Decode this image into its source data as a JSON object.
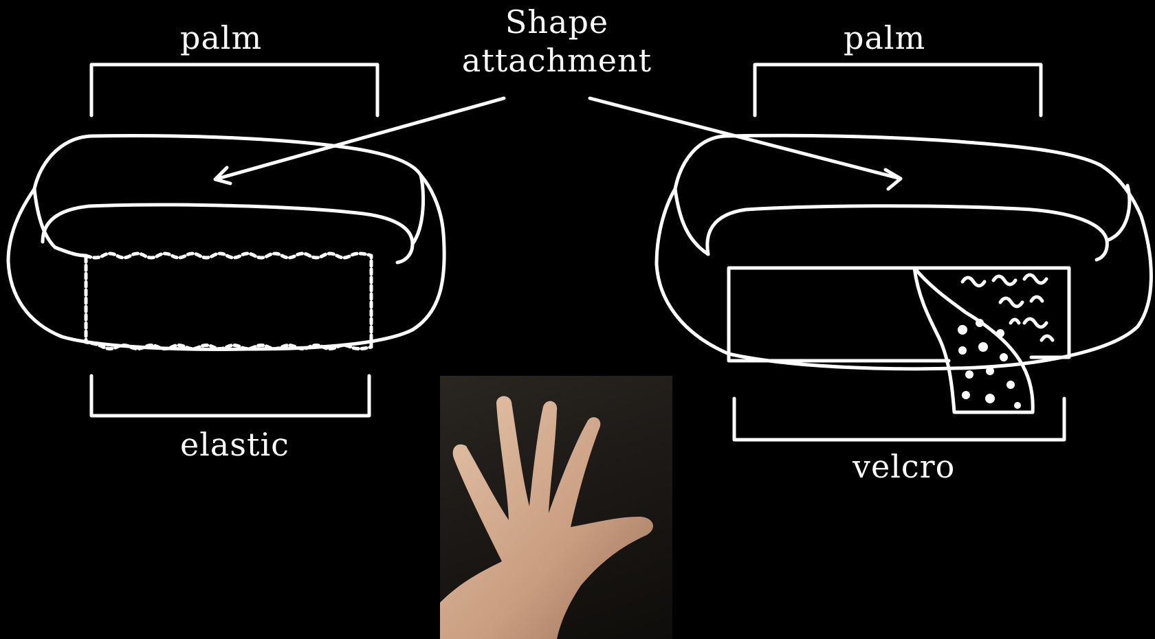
{
  "title": {
    "line1": "Shape",
    "line2": "attachment"
  },
  "left": {
    "top_label": "palm",
    "bottom_label": "elastic"
  },
  "right": {
    "top_label": "palm",
    "bottom_label": "velcro"
  },
  "colors": {
    "background": "#000000",
    "lines": "#ffffff",
    "skin": "#d8b49a"
  },
  "photo": {
    "subject": "hand-photo"
  }
}
